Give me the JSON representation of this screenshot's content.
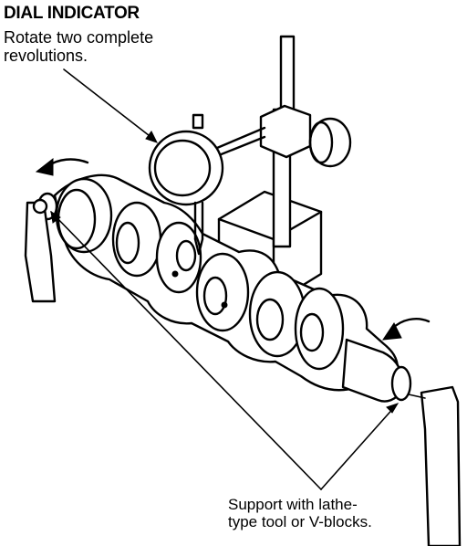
{
  "callouts": {
    "dial_indicator": {
      "title": "DIAL INDICATOR",
      "line1": "Rotate two complete",
      "line2": "revolutions."
    },
    "support": {
      "line1": "Support with lathe-",
      "line2": "type tool or V-blocks."
    }
  },
  "colors": {
    "ink": "#000000",
    "paper": "#ffffff"
  }
}
